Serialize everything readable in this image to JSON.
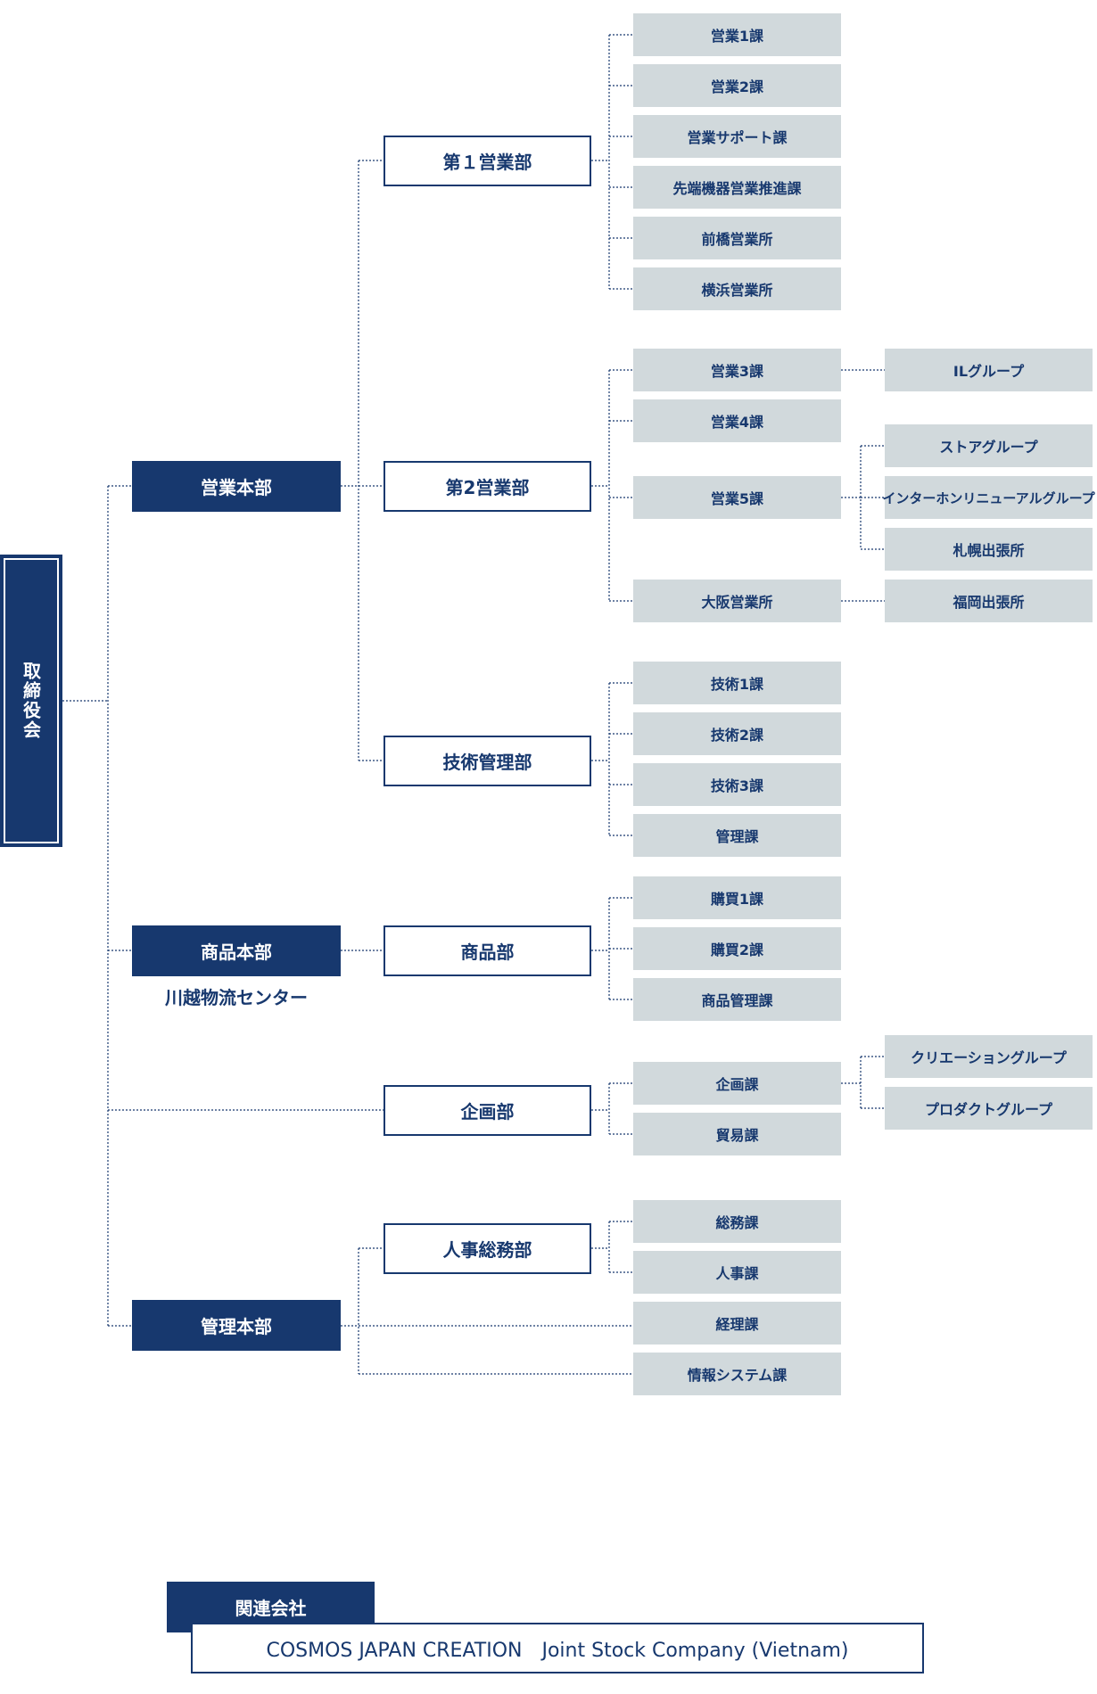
{
  "board": {
    "label": "取締役会"
  },
  "divisions": {
    "sales_hq": "営業本部",
    "product_hq": "商品本部",
    "product_hq_note": "川越物流センター",
    "admin_hq": "管理本部"
  },
  "departments": {
    "sales1": "第１営業部",
    "sales2": "第2営業部",
    "tech_mgmt": "技術管理部",
    "product": "商品部",
    "planning": "企画部",
    "hr_ga": "人事総務部"
  },
  "sections": {
    "sales1": [
      "営業1課",
      "営業2課",
      "営業サポート課",
      "先端機器営業推進課",
      "前橋営業所",
      "横浜営業所"
    ],
    "sales2": [
      "営業3課",
      "営業4課",
      "営業5課",
      "大阪営業所"
    ],
    "tech_mgmt": [
      "技術1課",
      "技術2課",
      "技術3課",
      "管理課"
    ],
    "product": [
      "購買1課",
      "購買2課",
      "商品管理課"
    ],
    "planning": [
      "企画課",
      "貿易課"
    ],
    "hr_ga": [
      "総務課",
      "人事課"
    ],
    "admin_direct": [
      "経理課",
      "情報システム課"
    ]
  },
  "groups": {
    "sales3": [
      "ILグループ"
    ],
    "sales5": [
      "ストアグループ",
      "インターホンリニューアルグループ",
      "札幌出張所"
    ],
    "osaka": [
      "福岡出張所"
    ],
    "planning_section": [
      "クリエーショングループ",
      "プロダクトグループ"
    ]
  },
  "affiliates": {
    "label": "関連会社",
    "company": "COSMOS JAPAN CREATION　Joint Stock Company (Vietnam)"
  },
  "colors": {
    "navy": "#17386e",
    "grey_box": "#d1d9dc",
    "connector": "#17386e"
  }
}
